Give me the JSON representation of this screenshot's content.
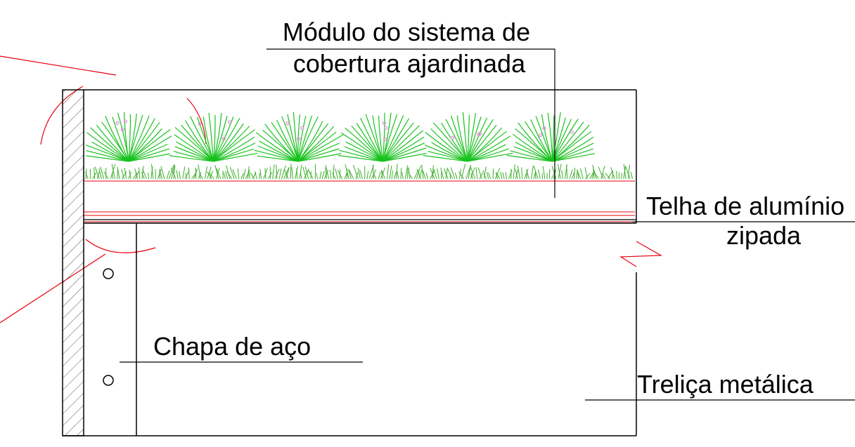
{
  "labels": {
    "module_line1": "Módulo do sistema de",
    "module_line2": "cobertura ajardinada",
    "roof_line1": "Telha de alumínio",
    "roof_line2": "zipada",
    "steel_plate": "Chapa de aço",
    "truss": "Treliça metálica"
  },
  "colors": {
    "outline": "#000000",
    "red": "#e8000b",
    "plant_green": "#19c21e",
    "grass_green": "#3cae2a",
    "flower_pink": "#e88ad8",
    "hatch": "#555555"
  },
  "plant_count": 6
}
